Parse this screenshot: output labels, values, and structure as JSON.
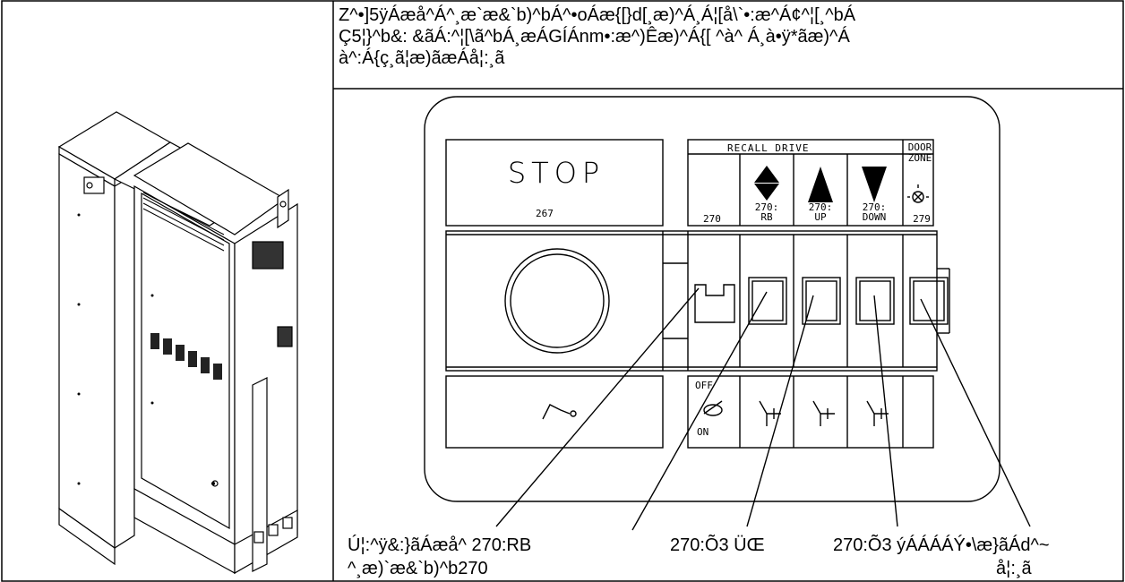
{
  "header": {
    "line1": "Z^•]5ÿÁæå^Á^¸æ`æ&`b)^bÁ^•oÁæ{[}d[¸æ)^Á¸Á¦[å\\`•:æ^Á¢^¦[¸^bÁ",
    "line2": "Ç5¦}^b&:   &ãÁ:^¦[\\ã^bÁ¸æÁGÍÁnm•:æ^)Êæ)^Á{[ ^à^ Á¸à•ÿ*ãæ)^Á",
    "line3": "à^:Á{ç¸ã¦æ)ãæÁå¦:¸ã"
  },
  "panel": {
    "stop_label": "STOP",
    "stop_number": "267",
    "recall_drive_label": "RECALL DRIVE",
    "door_zone_label": "DOOR\nZONE",
    "codes": {
      "c270": "270",
      "c270rb": "270:\nRB",
      "c270up": "270:\nUP",
      "c270down": "270:\nDOWN",
      "c279": "279"
    },
    "off_label": "OFF",
    "on_label": "ON"
  },
  "labels": {
    "label1_line1": "Ú¦:^ÿ&:}ãÁæå^ 270:RB",
    "label1_line2": "^¸æ)`æ&`b)^b270",
    "label2": "270:Õ3 ÜŒ",
    "label3": "270:Õ3 ýÁÁÁÁÝ•\\æ}ãÁd^~",
    "label3_line2": "å¦:¸ã"
  }
}
